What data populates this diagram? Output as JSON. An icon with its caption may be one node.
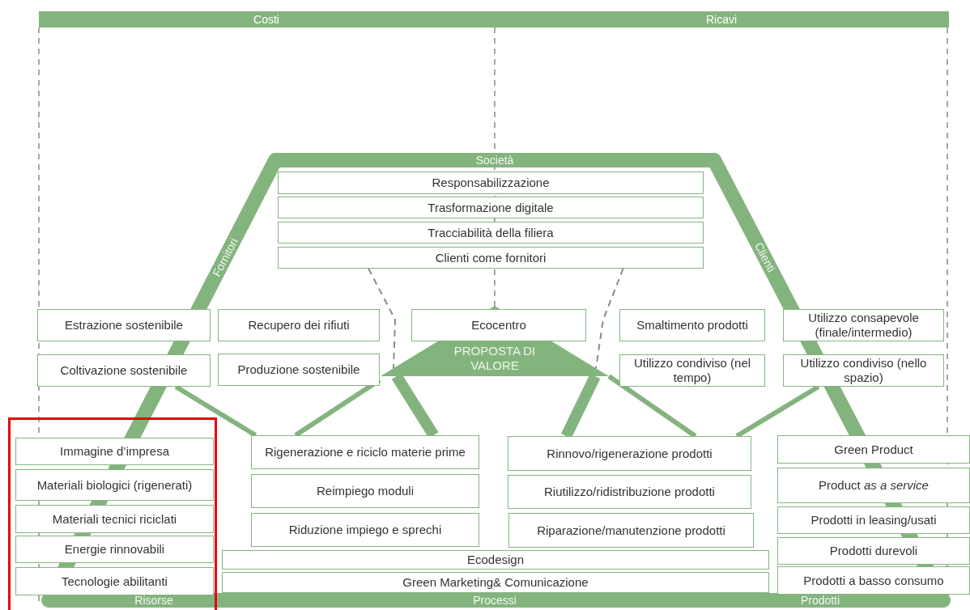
{
  "diagram": {
    "nodes": [
      {
        "text": [
          "Costi",
          "Ricavi"
        ]
      },
      {
        "text": [
          "Responsabilizzazione"
        ]
      },
      {
        "text": [
          "Trasformazione digitale"
        ]
      },
      {
        "text": [
          "Tracciabilità della filiera"
        ]
      },
      {
        "text": [
          "Clienti come fornitori"
        ]
      },
      {
        "text": [
          "Estrazione sostenibile"
        ]
      },
      {
        "text": [
          "Recupero dei rifiuti"
        ]
      },
      {
        "text": [
          "Ecocentro"
        ]
      },
      {
        "text": [
          "Smaltimento prodotti"
        ]
      },
      {
        "text": [
          "Utilizzo consapevole (finale/intermedio)"
        ]
      },
      {
        "text": [
          "Coltivazione sostenibile"
        ]
      },
      {
        "text": [
          "Produzione sostenibile"
        ]
      },
      {
        "text": [
          "PROPOSTA DI VALORE"
        ]
      },
      {
        "text": [
          "Utilizzo condiviso (nel tempo)"
        ]
      },
      {
        "text": [
          "Utilizzo condiviso (nello spazio)"
        ]
      },
      {
        "text": [],
        "shape": "box"
      },
      {
        "text": [
          "Immagine d’impresa"
        ],
        "in": 15
      },
      {
        "text": [
          "Materiali biologici (rigenerati)"
        ],
        "in": 15
      },
      {
        "text": [
          "Materiali tecnici riciclati"
        ],
        "in": 15
      },
      {
        "text": [
          "Energie rinnovabili"
        ],
        "in": 15
      },
      {
        "text": [
          "Tecnologie abilitanti"
        ],
        "in": 15
      },
      {
        "text": [
          "Rigenerazione e riciclo materie prime"
        ]
      },
      {
        "text": [
          "Reimpiego moduli"
        ]
      },
      {
        "text": [
          "Riduzione impiego e sprechi"
        ]
      },
      {
        "text": [
          "Rinnovo/rigenerazione prodotti"
        ]
      },
      {
        "text": [
          "Riutilizzo/ridistribuzione prodotti"
        ]
      },
      {
        "text": [
          "Riparazione/manutenzione prodotti"
        ]
      },
      {
        "text": [
          "Green Product"
        ]
      },
      {
        "text": [
          "Product *as a service*"
        ]
      },
      {
        "text": [
          "Prodotti in leasing/usati"
        ]
      },
      {
        "text": [
          "Prodotti durevoli"
        ]
      },
      {
        "text": [
          "Prodotti a basso consumo"
        ]
      },
      {
        "text": [
          "Ecodesign"
        ]
      },
      {
        "text": [
          "Green Marketing& Comunicazione"
        ]
      }
    ],
    "edges": [
      {
        "from": 10,
        "to": 21,
        "arrow": "none"
      },
      {
        "from": 11,
        "to": 21,
        "arrow": "none"
      },
      {
        "from": 12,
        "to": 21,
        "arrow": "none",
        "style": "thick"
      },
      {
        "from": 12,
        "to": 24,
        "arrow": "none",
        "style": "thick"
      },
      {
        "from": 12,
        "to": 24,
        "arrow": "none"
      },
      {
        "from": 14,
        "to": 24,
        "arrow": "none"
      },
      {
        "from": 4,
        "to": 12,
        "arrow": "none",
        "style": "dashed",
        "color": "#8a8a8a"
      },
      {
        "from": 4,
        "to": 12,
        "arrow": "none",
        "style": "dashed",
        "color": "#8a8a8a"
      }
    ],
    "labels": [
      "Società",
      "Fornitori",
      "Clienti",
      "Risorse",
      "Processi",
      "Prodotti"
    ]
  }
}
